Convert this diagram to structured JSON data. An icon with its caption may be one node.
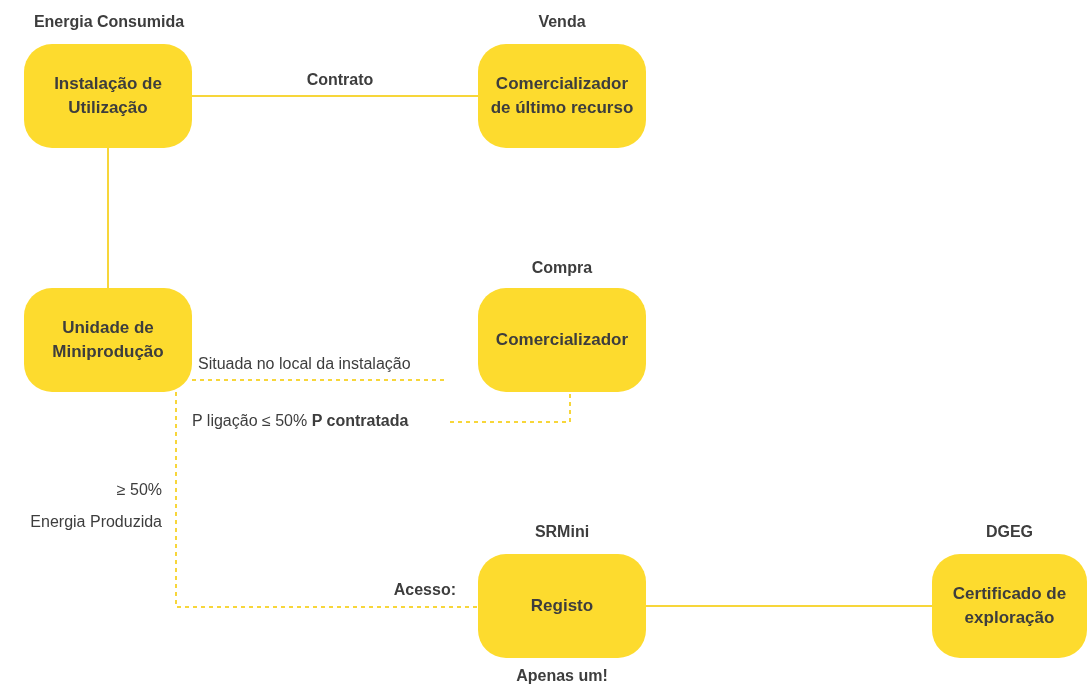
{
  "diagram": {
    "nodes": [
      {
        "text": [
          "Instalação de Utilização"
        ],
        "beside": [
          "Energia Consumida"
        ]
      },
      {
        "text": [
          "Comercializador de último recurso"
        ],
        "beside": [
          "Venda"
        ]
      },
      {
        "text": [
          "Unidade de Miniprodução"
        ]
      },
      {
        "text": [
          "Comercializador"
        ],
        "beside": [
          "Compra"
        ]
      },
      {
        "text": [
          "Registo"
        ],
        "beside": [
          "SRMini",
          "Apenas um!"
        ]
      },
      {
        "text": [
          "Certificado de exploração"
        ],
        "beside": [
          "DGEG"
        ]
      }
    ],
    "edges": [
      {
        "from": 0,
        "to": 1,
        "arrow": "none",
        "label": "Contrato"
      },
      {
        "from": 0,
        "to": 2,
        "arrow": "none"
      },
      {
        "from": 2,
        "to": null,
        "arrow": "none",
        "style": "dashed",
        "label": "Situada no local da instalação"
      },
      {
        "from": null,
        "to": 3,
        "arrow": "none",
        "style": "dashed",
        "label": "P ligação ≤ 50% **P contratada**"
      },
      {
        "from": 2,
        "to": 4,
        "arrow": "none",
        "style": "dashed",
        "label": "Acesso:"
      },
      {
        "from": 4,
        "to": 5,
        "arrow": "none"
      }
    ],
    "labels": [
      "≥ 50%",
      "Energia Produzida"
    ]
  }
}
